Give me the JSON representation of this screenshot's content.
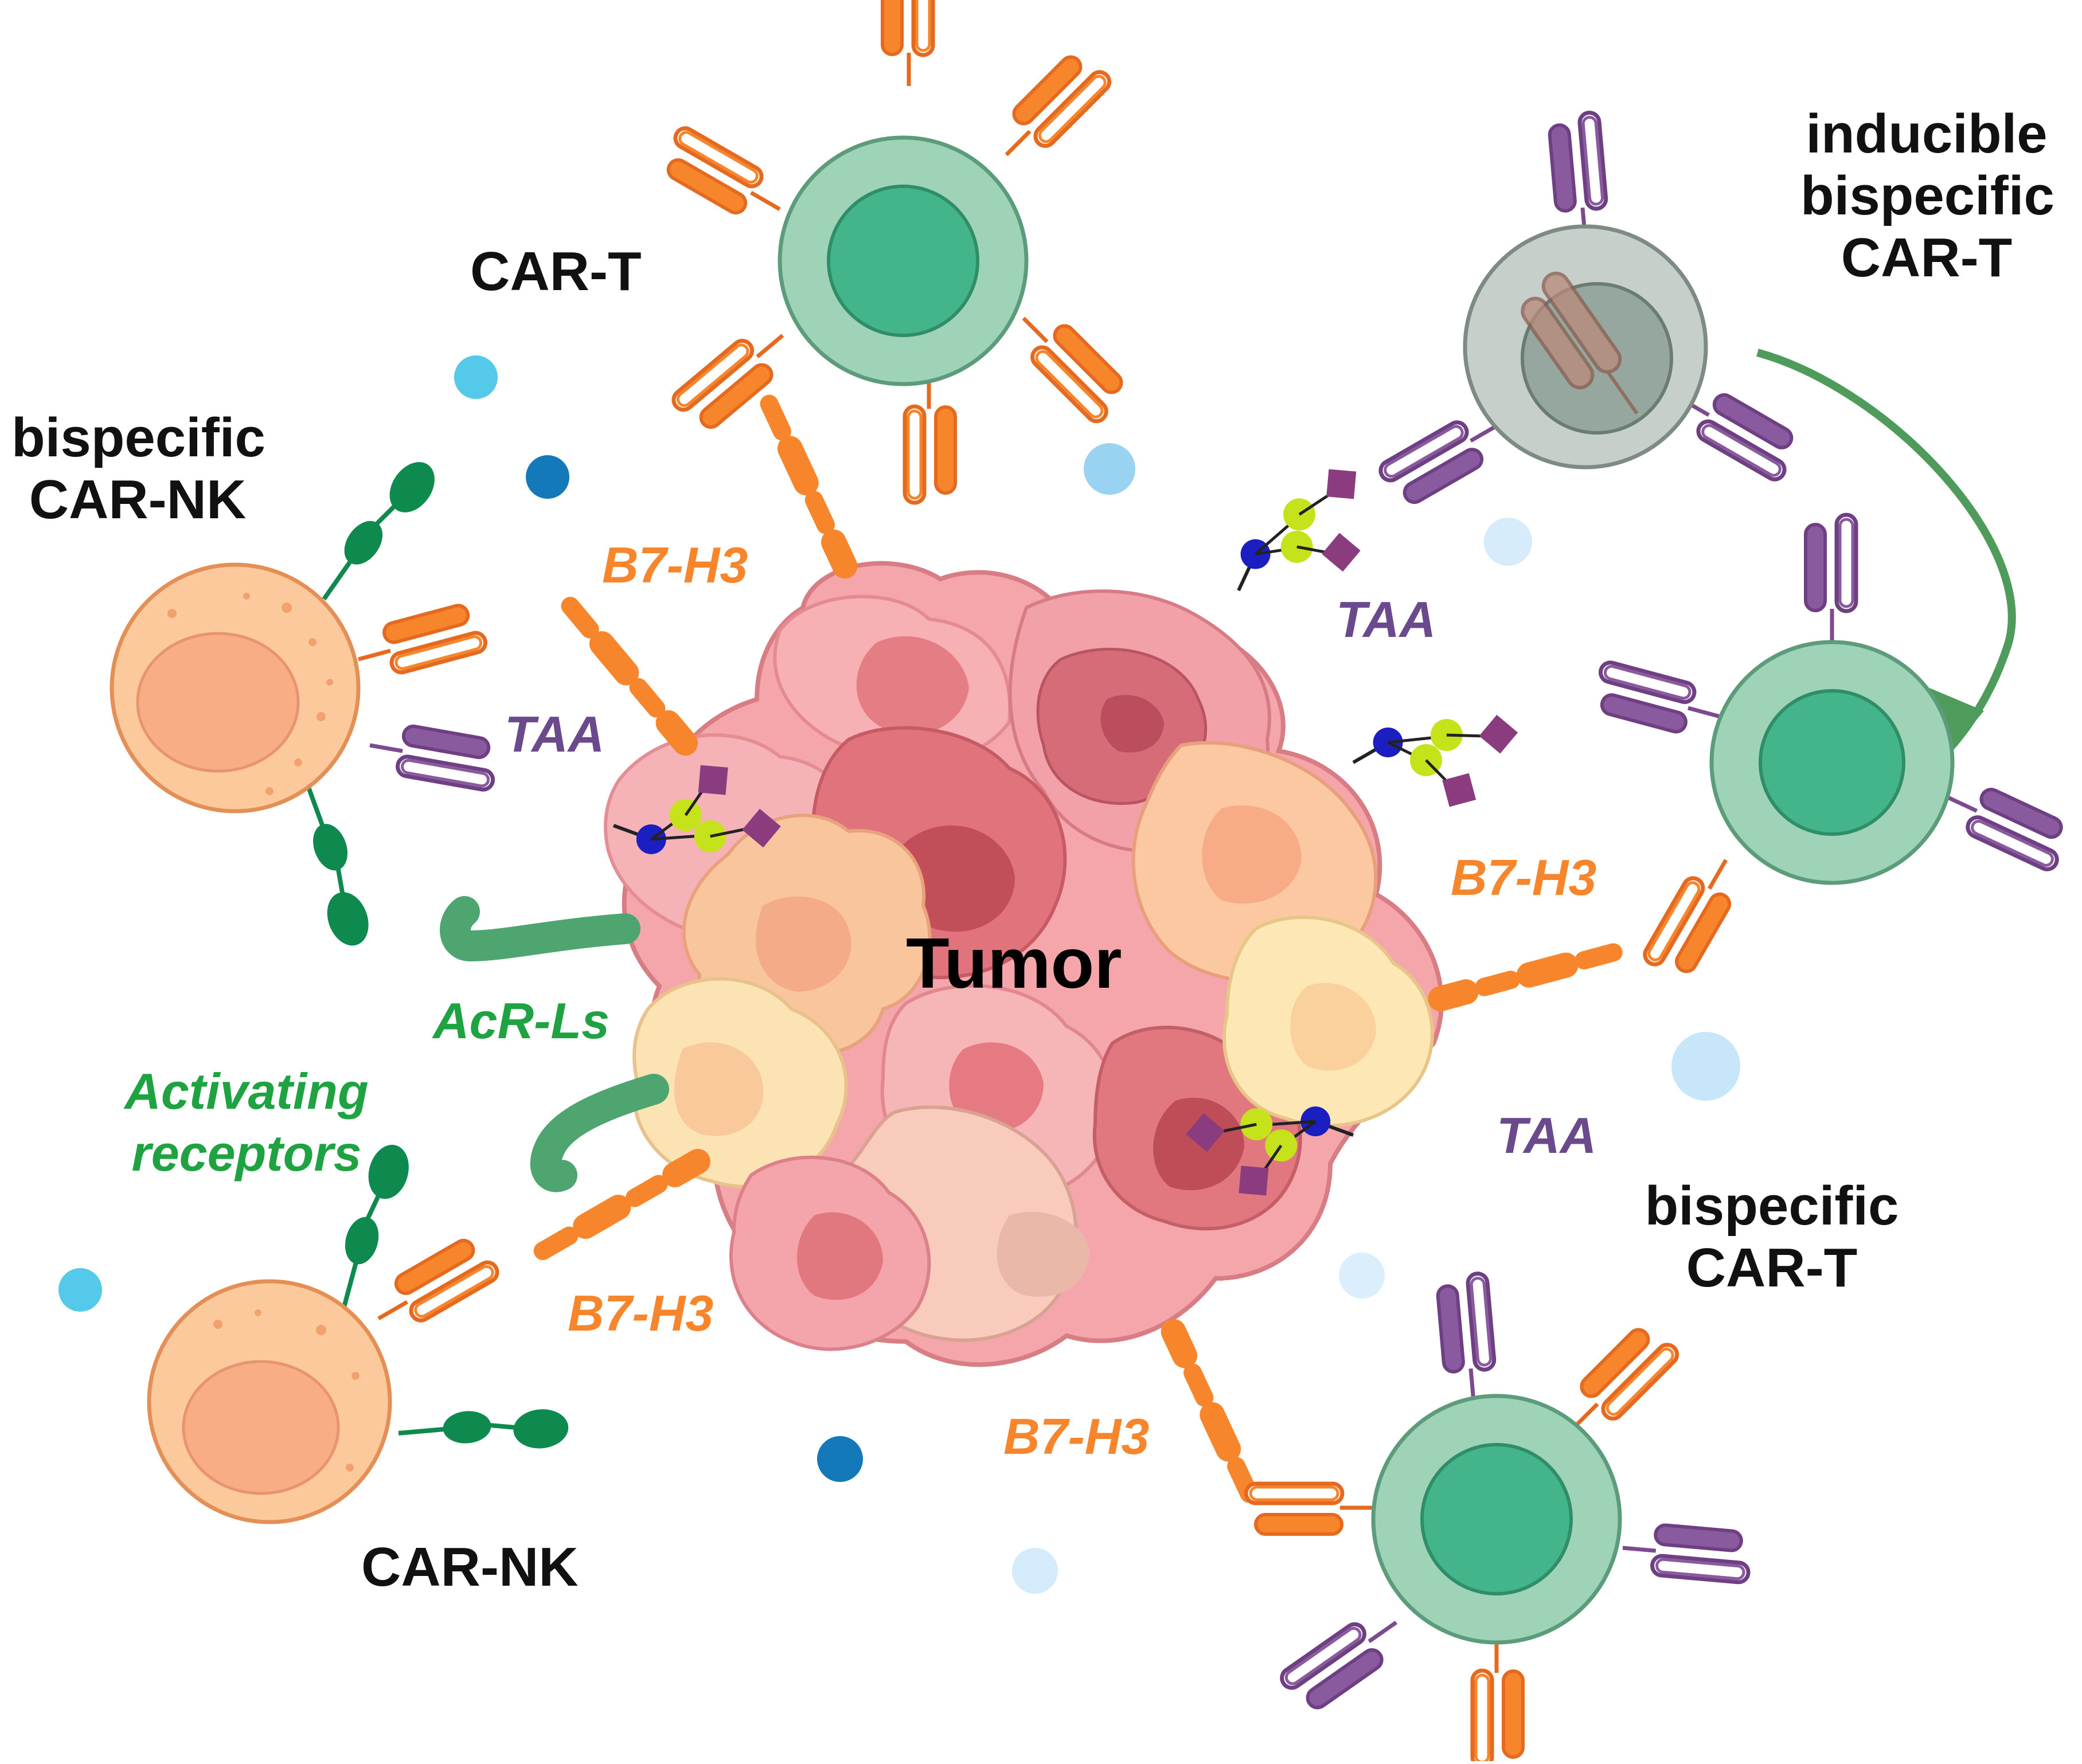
{
  "labels": {
    "car_t": "CAR-T",
    "inducible_bispecific_car_t": [
      "inducible",
      "bispecific",
      "CAR-T"
    ],
    "bispecific_car_nk": [
      "bispecific",
      "CAR-NK"
    ],
    "bispecific_car_t": [
      "bispecific",
      "CAR-T"
    ],
    "car_nk": "CAR-NK",
    "tumor": "Tumor",
    "activating_receptors": [
      "Activating",
      "receptors"
    ],
    "acr_ls": "AcR-Ls",
    "b7h3": [
      "B7-H3",
      "B7-H3",
      "B7-H3",
      "B7-H3"
    ],
    "taa": [
      "TAA",
      "TAA",
      "TAA"
    ]
  },
  "colors": {
    "b7h3_orange": "#f7852c",
    "taa_purple": "#8a5a9e",
    "nk_receptor_green": "#0f8a4e",
    "car_t_membrane": "#9ed3b8",
    "car_t_nucleus": "#44b58a",
    "car_nk_cell": "#fcc99c",
    "inducible_cell": "#c7cfcb",
    "arrow_green": "#4f9b5c"
  }
}
